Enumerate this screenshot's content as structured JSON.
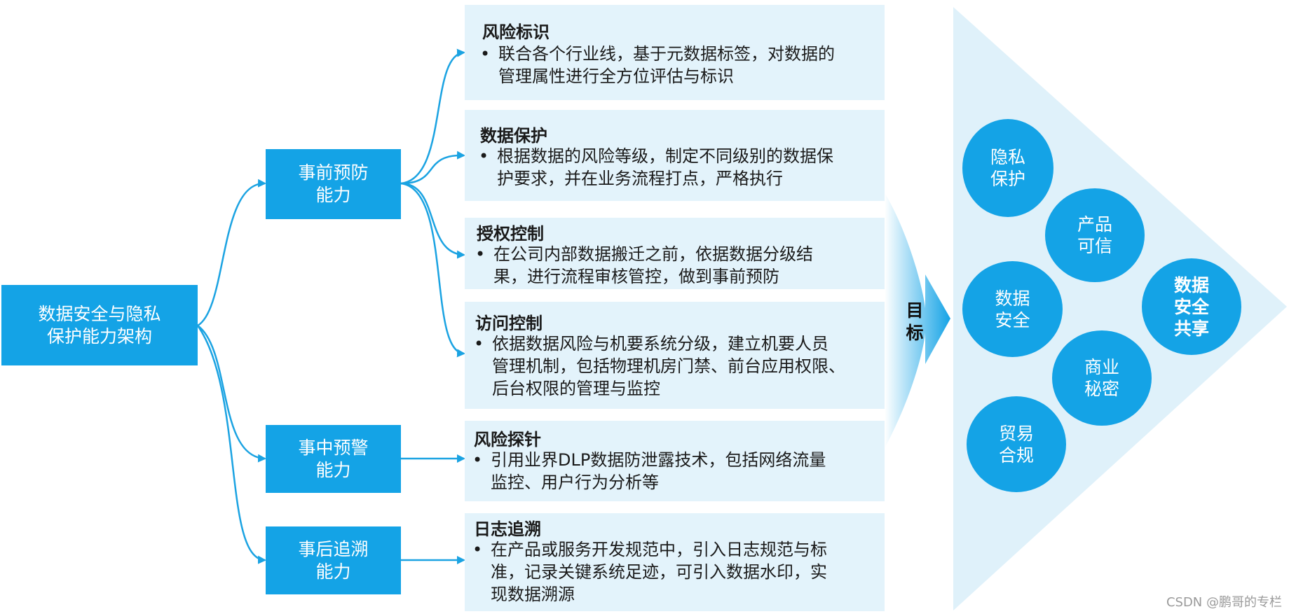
{
  "root": {
    "line1": "数据安全与隐私",
    "line2": "保护能力架构"
  },
  "capabilities": [
    {
      "line1": "事前预防",
      "line2": "能力"
    },
    {
      "line1": "事中预警",
      "line2": "能力"
    },
    {
      "line1": "事后追溯",
      "line2": "能力"
    }
  ],
  "panels": [
    {
      "title": "风险标识",
      "lines": [
        "联合各个行业线，基于元数据标签，对数据的",
        "管理属性进行全方位评估与标识"
      ]
    },
    {
      "title": "数据保护",
      "lines": [
        "根据数据的风险等级，制定不同级别的数据保",
        "护要求，并在业务流程打点，严格执行"
      ]
    },
    {
      "title": "授权控制",
      "lines": [
        "在公司内部数据搬迁之前，依据数据分级结",
        "果，进行流程审核管控，做到事前预防"
      ]
    },
    {
      "title": "访问控制",
      "lines": [
        "依据数据风险与机要系统分级，建立机要人员",
        "管理机制，包括物理机房门禁、前台应用权限、",
        "后台权限的管理与监控"
      ]
    },
    {
      "title": "风险探针",
      "lines": [
        "引用业界DLP数据防泄露技术，包括网络流量",
        "监控、用户行为分析等"
      ]
    },
    {
      "title": "日志追溯",
      "lines": [
        "在产品或服务开发规范中，引入日志规范与标",
        "准，记录关键系统足迹，可引入数据水印，实",
        "现数据溯源"
      ]
    }
  ],
  "bullet": "•",
  "goal": {
    "char1": "目",
    "char2": "标"
  },
  "goals": [
    {
      "line1": "隐私",
      "line2": "保护"
    },
    {
      "line1": "产品",
      "line2": "可信"
    },
    {
      "line1": "数据",
      "line2": "安全"
    },
    {
      "line1": "商业",
      "line2": "秘密"
    },
    {
      "line1": "贸易",
      "line2": "合规"
    }
  ],
  "final_goal": {
    "line1": "数据",
    "line2": "安全",
    "line3": "共享"
  },
  "watermark": "CSDN @鹏哥的专栏",
  "colors": {
    "primary": "#14a3e6",
    "panel": "#e3f3fb",
    "triangle": "#dff1fa",
    "connector": "#1ba3e2"
  }
}
